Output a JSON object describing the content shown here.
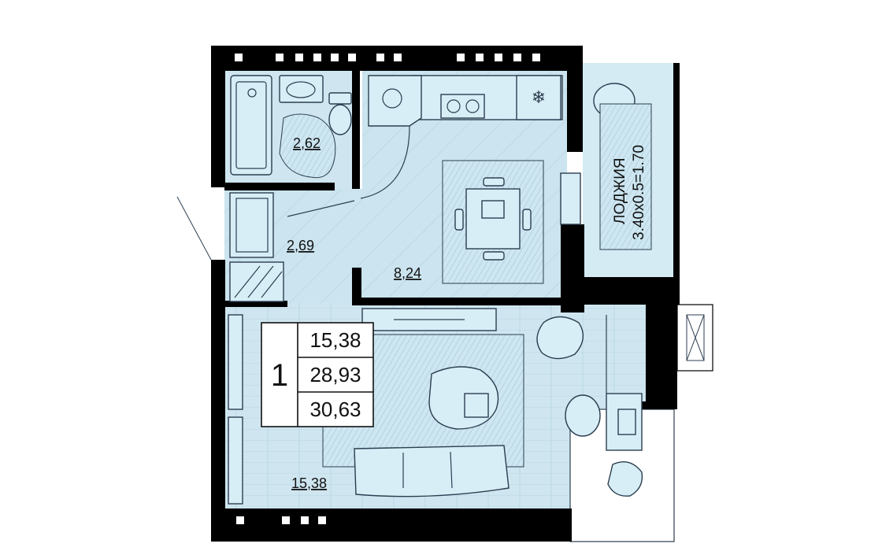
{
  "rooms": {
    "bathroom_area": "2,62",
    "hall_area": "2,69",
    "kitchen_area": "8,24",
    "living_area": "15,38",
    "loggia_label": "ЛОДЖИЯ",
    "loggia_dims": "3.40x0.5=1.70"
  },
  "summary": {
    "rooms_count": "1",
    "living_area": "15,38",
    "total_area": "28,93",
    "total_with_loggia": "30,63"
  },
  "colors": {
    "floor": "#c8e3ef",
    "wall": "#000000",
    "lines": "#2c3e50"
  }
}
